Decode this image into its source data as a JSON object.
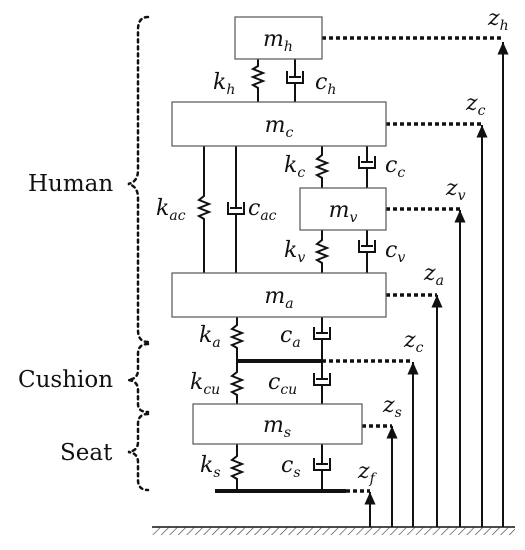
{
  "groups": {
    "human": "Human",
    "cushion": "Cushion",
    "seat": "Seat"
  },
  "masses": {
    "head": {
      "base": "m",
      "sub": "h"
    },
    "chest": {
      "base": "m",
      "sub": "c"
    },
    "viscera": {
      "base": "m",
      "sub": "v"
    },
    "abdomen": {
      "base": "m",
      "sub": "a"
    },
    "seat": {
      "base": "m",
      "sub": "s"
    }
  },
  "springs": {
    "kh": {
      "base": "k",
      "sub": "h"
    },
    "kc": {
      "base": "k",
      "sub": "c"
    },
    "kac": {
      "base": "k",
      "sub": "ac"
    },
    "kv": {
      "base": "k",
      "sub": "v"
    },
    "ka": {
      "base": "k",
      "sub": "a"
    },
    "kcu": {
      "base": "k",
      "sub": "cu"
    },
    "ks": {
      "base": "k",
      "sub": "s"
    }
  },
  "dampers": {
    "ch": {
      "base": "c",
      "sub": "h"
    },
    "cc": {
      "base": "c",
      "sub": "c"
    },
    "cac": {
      "base": "c",
      "sub": "ac"
    },
    "cv": {
      "base": "c",
      "sub": "v"
    },
    "ca": {
      "base": "c",
      "sub": "a"
    },
    "ccu": {
      "base": "c",
      "sub": "cu"
    },
    "cs": {
      "base": "c",
      "sub": "s"
    }
  },
  "displacements": {
    "zh": {
      "base": "z",
      "sub": "h"
    },
    "zc": {
      "base": "z",
      "sub": "c"
    },
    "zv": {
      "base": "z",
      "sub": "v"
    },
    "za": {
      "base": "z",
      "sub": "a"
    },
    "zcushion": {
      "base": "z",
      "sub": "c"
    },
    "zs": {
      "base": "z",
      "sub": "s"
    },
    "zf": {
      "base": "z",
      "sub": "f"
    }
  }
}
